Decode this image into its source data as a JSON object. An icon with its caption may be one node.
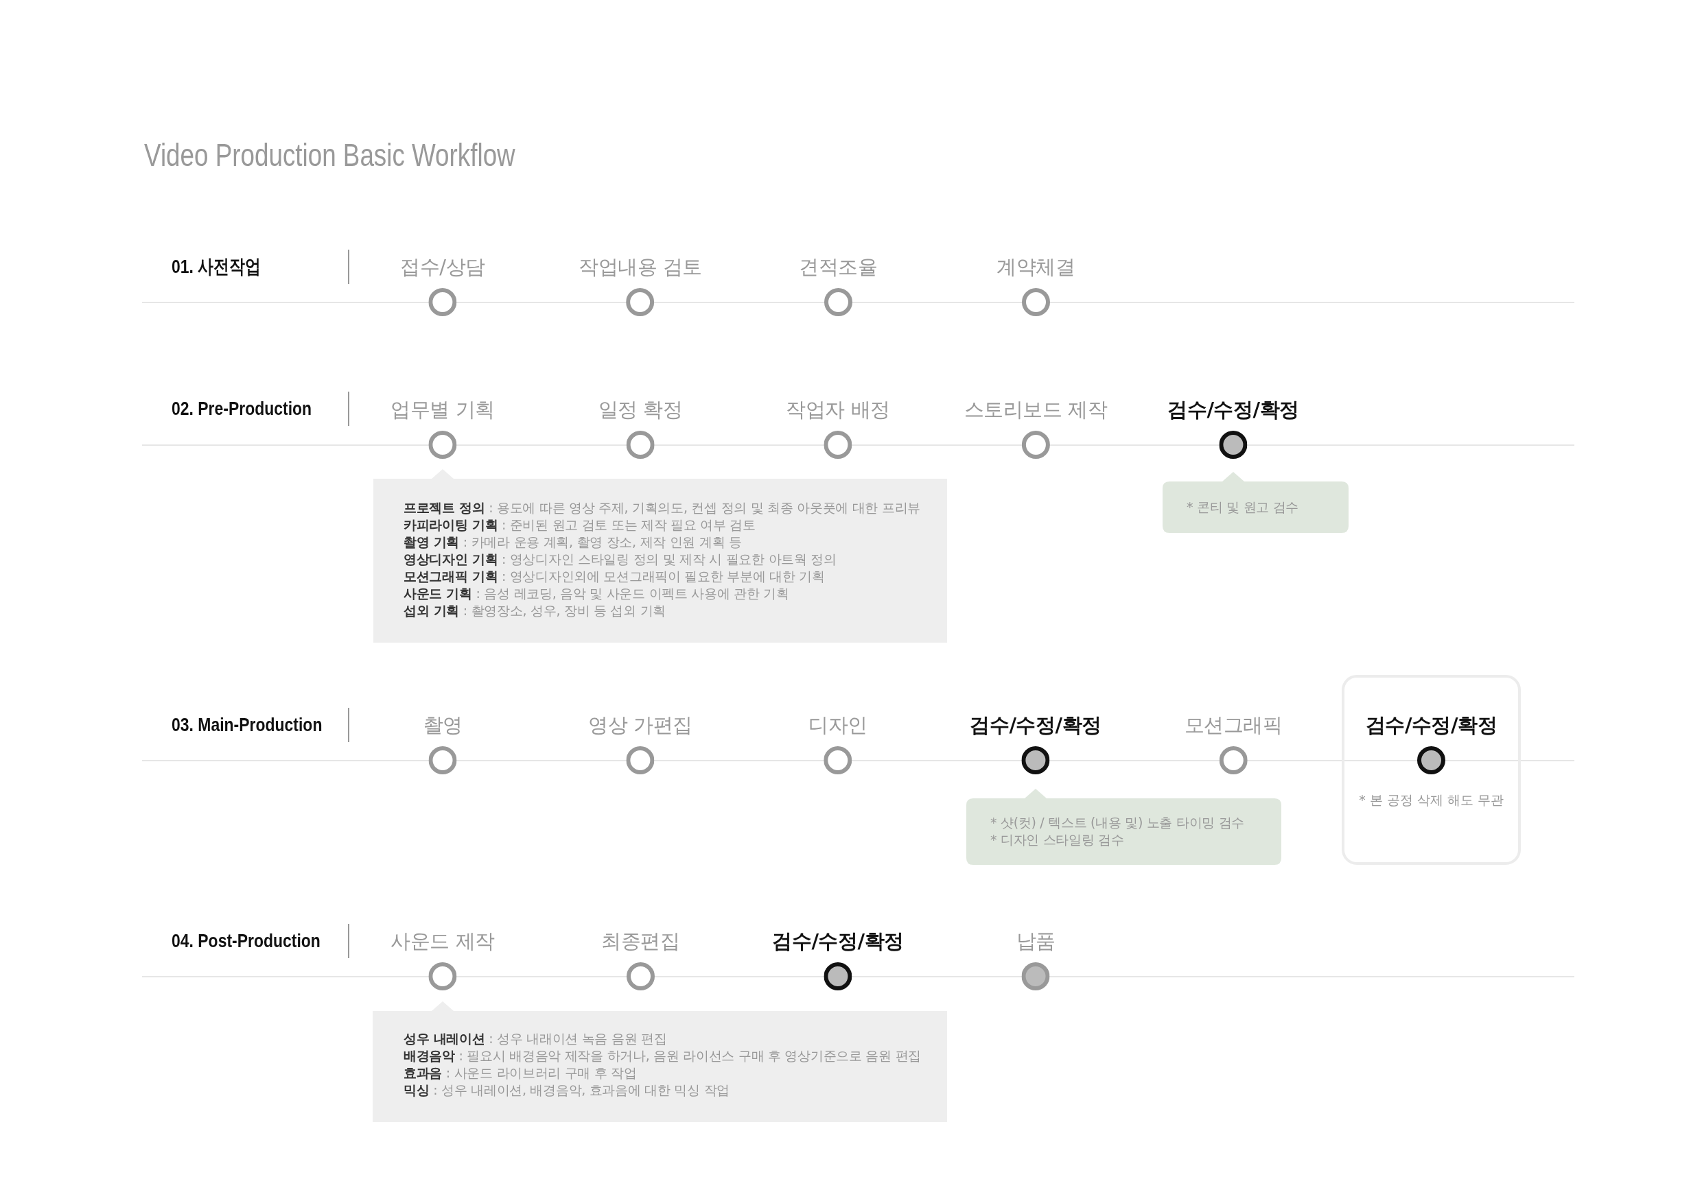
{
  "diagram": {
    "title": "Video Production Basic Workflow",
    "nodes": [
      {
        "text": [
          "접수/상담"
        ]
      },
      {
        "text": [
          "작업내용 검토"
        ]
      },
      {
        "text": [
          "견적조율"
        ]
      },
      {
        "text": [
          "계약체결"
        ]
      },
      {
        "text": [
          "업무별 기획"
        ]
      },
      {
        "text": [
          "일정 확정"
        ]
      },
      {
        "text": [
          "작업자 배정"
        ]
      },
      {
        "text": [
          "스토리보드 제작"
        ]
      },
      {
        "text": [
          "검수/수정/확정"
        ]
      },
      {
        "text": [
          "**프로젝트 정의** : 용도에 따른 영상 주제, 기획의도, 컨셉 정의 및 최종 아웃풋에 대한 프리뷰",
          "**카피라이팅 기획** : 준비된 원고 검토 또는 제작 필요 여부 검토",
          "**촬영 기획** : 카메라 운용 계획, 촬영 장소, 제작 인원 계획 등",
          "**영상디자인 기획** : 영상디자인 스타일링 정의 및 제작 시 필요한 아트웍 정의",
          "**모션그래픽 기획** : 영상디자인외에 모션그래픽이 필요한 부분에 대한 기획",
          "**사운드 기획** : 음성 레코딩, 음악 및 사운드 이펙트 사용에 관한 기획",
          "**섭외 기획** : 촬영장소, 성우, 장비 등 섭외 기획"
        ]
      },
      {
        "text": [
          "* 콘티 및 원고 검수"
        ]
      },
      {
        "text": [
          "촬영"
        ]
      },
      {
        "text": [
          "영상 가편집"
        ]
      },
      {
        "text": [
          "디자인"
        ]
      },
      {
        "text": [
          "검수/수정/확정"
        ]
      },
      {
        "text": [
          "모션그래픽"
        ]
      },
      {
        "text": [
          "* 본 공정 삭제 해도 무관"
        ]
      },
      {
        "text": [
          "검수/수정/확정"
        ],
        "in": 16
      },
      {
        "text": [
          "* 샷(컷) / 텍스트 (내용 및) 노출 타이밍 검수",
          "* 디자인 스타일링 검수"
        ]
      },
      {
        "text": [
          "사운드 제작"
        ]
      },
      {
        "text": [
          "최종편집"
        ]
      },
      {
        "text": [
          "검수/수정/확정"
        ]
      },
      {
        "text": [
          "납품"
        ]
      },
      {
        "text": [
          "**성우 내레이션** : 성우 내래이션 녹음 음원 편집",
          "**배경음악** : 필요시 배경음악 제작을 하거나, 음원 라이선스 구매 후 영상기준으로 음원 편집",
          "**효과음** : 사운드 라이브러리 구매 후 작업",
          "**믹싱** : 성우 내레이션, 배경음악, 효과음에 대한 믹싱 작업"
        ]
      }
    ],
    "labels": [
      "01. 사전작업",
      "02. Pre-Production",
      "03. Main-Production",
      "04. Post-Production"
    ]
  }
}
